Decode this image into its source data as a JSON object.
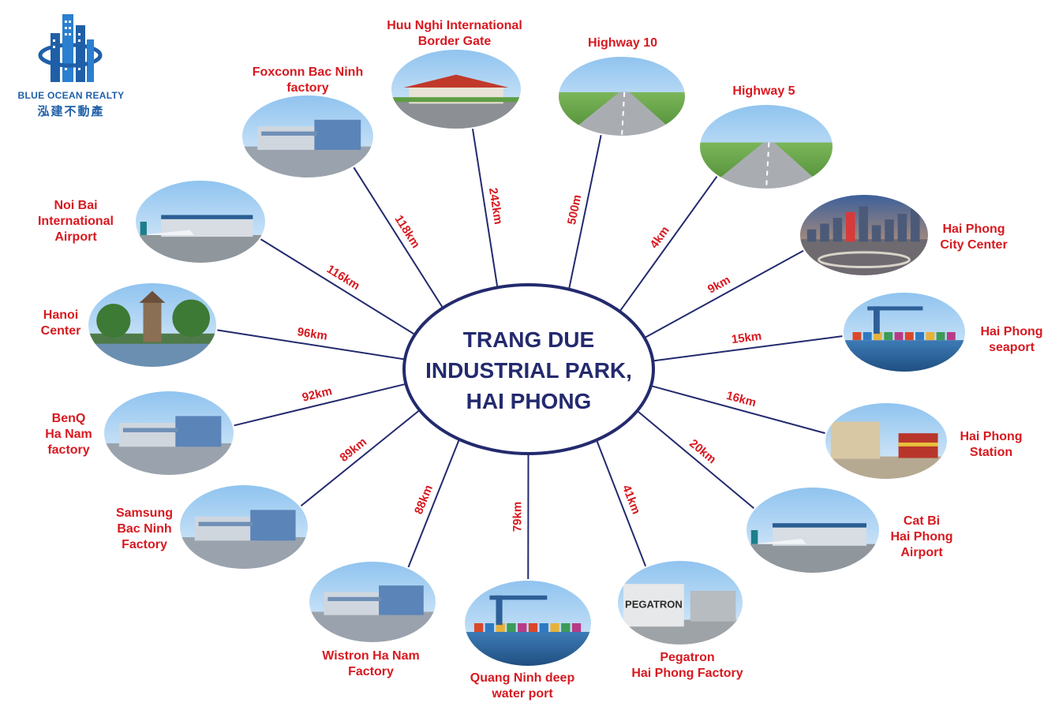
{
  "brand": {
    "name": "BLUE OCEAN REALTY",
    "chinese": "泓建不動產",
    "color": "#1f5fa8"
  },
  "center": {
    "lines": [
      "TRANG DUE",
      "INDUSTRIAL PARK,",
      "HAI PHONG"
    ],
    "color": "#232a6e"
  },
  "colors": {
    "label": "#d71920",
    "line": "#232a6e"
  },
  "destinations": [
    {
      "id": "foxconn",
      "name": [
        "Foxconn Bac Ninh",
        "factory"
      ],
      "distance": "118km"
    },
    {
      "id": "huu-nghi",
      "name": [
        "Huu Nghi International",
        "Border Gate"
      ],
      "distance": "242km"
    },
    {
      "id": "highway-10",
      "name": [
        "Highway 10"
      ],
      "distance": "500m"
    },
    {
      "id": "highway-5",
      "name": [
        "Highway 5"
      ],
      "distance": "4km"
    },
    {
      "id": "hp-city-center",
      "name": [
        "Hai Phong",
        "City Center"
      ],
      "distance": "9km"
    },
    {
      "id": "hp-seaport",
      "name": [
        "Hai Phong",
        "seaport"
      ],
      "distance": "15km"
    },
    {
      "id": "hp-station",
      "name": [
        "Hai Phong",
        "Station"
      ],
      "distance": "16km"
    },
    {
      "id": "cat-bi",
      "name": [
        "Cat Bi",
        "Hai Phong",
        "Airport"
      ],
      "distance": "20km"
    },
    {
      "id": "pegatron",
      "name": [
        "Pegatron",
        "Hai Phong Factory"
      ],
      "distance": "41km",
      "sign": "PEGATRON"
    },
    {
      "id": "quang-ninh",
      "name": [
        "Quang Ninh deep",
        "water port"
      ],
      "distance": "79km"
    },
    {
      "id": "wistron",
      "name": [
        "Wistron Ha Nam",
        "Factory"
      ],
      "distance": "88km"
    },
    {
      "id": "samsung",
      "name": [
        "Samsung",
        "Bac Ninh",
        "Factory"
      ],
      "distance": "89km"
    },
    {
      "id": "benq",
      "name": [
        "BenQ",
        "Ha Nam",
        "factory"
      ],
      "distance": "92km"
    },
    {
      "id": "hanoi",
      "name": [
        "Hanoi",
        "Center"
      ],
      "distance": "96km"
    },
    {
      "id": "noi-bai",
      "name": [
        "Noi Bai",
        "International",
        "Airport"
      ],
      "distance": "116km"
    }
  ]
}
